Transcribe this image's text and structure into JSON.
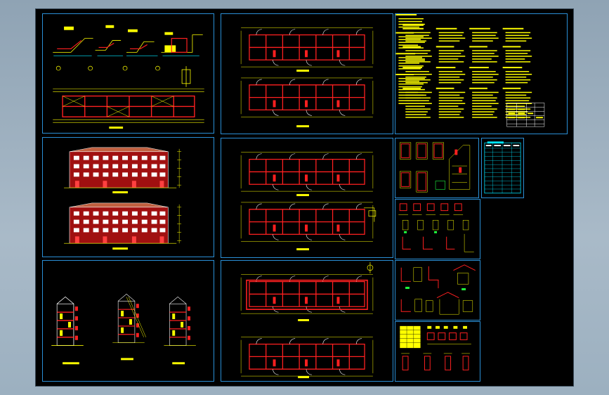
{
  "window": {
    "title": "",
    "background_color": "#a3b5c4"
  },
  "drawing": {
    "background": "#000000",
    "border_color": "#2a8fd6",
    "line_colors": {
      "primary": "#ff2020",
      "secondary": "#ffff00",
      "accent": "#00e5ff",
      "white": "#ffffff",
      "green": "#20ff40"
    }
  },
  "sheets": [
    {
      "id": "details-and-plan",
      "type": "details-and-floor-plan"
    },
    {
      "id": "floor-plans-1",
      "type": "floor-plans"
    },
    {
      "id": "design-notes",
      "type": "design-notes"
    },
    {
      "id": "elevations",
      "type": "elevations"
    },
    {
      "id": "floor-plans-2",
      "type": "floor-plans"
    },
    {
      "id": "door-window-details",
      "type": "door-window-details"
    },
    {
      "id": "schedule-table",
      "type": "table"
    },
    {
      "id": "sections",
      "type": "sections"
    },
    {
      "id": "floor-plans-3",
      "type": "floor-plans"
    },
    {
      "id": "node-details-1",
      "type": "details"
    },
    {
      "id": "node-details-2",
      "type": "details"
    },
    {
      "id": "node-details-3",
      "type": "details"
    }
  ]
}
